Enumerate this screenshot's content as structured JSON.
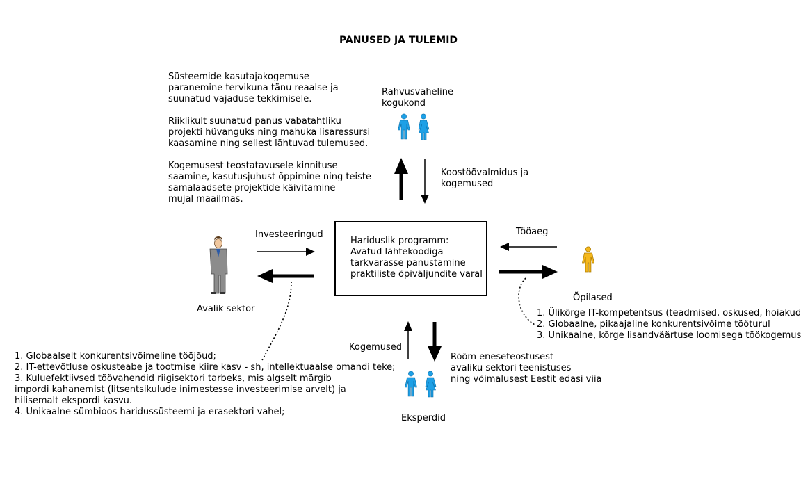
{
  "title": "PANUSED JA TULEMID",
  "top_results_text": "Süsteemide kasutajakogemuse\nparanemine tervikuna tänu reaalse ja\nsuunatud vajaduse tekkimisele.\n\nRiiklikult suunatud panus vabatahtliku\nprojekti hüvanguks ning mahuka lisaressursi\nkaasamine ning sellest lähtuvad tulemused.\n\nKogemusest teostatavusele kinnituse\nsaamine, kasutusjuhust õppimine ning teiste\nsamalaadsete projektide käivitamine\nmujal maailmas.",
  "international_community_label": "Rahvusvaheline\nkogukond",
  "cooperation_label": "Koostöövalmidus ja\nkogemused",
  "central_box_text": "Hariduslik programm:\nAvatud lähtekoodiga\ntarkvarasse panustamine\npraktiliste õpiväljundite varal",
  "investments_label": "Investeeringud",
  "public_sector_label": "Avalik sektor",
  "worktime_label": "Tööaeg",
  "students_label": "Õpilased",
  "students_results": "1. Ülikõrge IT-kompetentsus (teadmised, oskused, hoiakud)\n2. Globaalne, pikaajaline konkurentsivõime tööturul\n3. Unikaalne, kõrge lisandväärtuse loomisega töökogemus",
  "public_results": "1. Globaalselt konkurentsivõimeline tööjõud;\n2. IT-ettevõtluse oskusteabe ja tootmise kiire kasv - sh, intellektuaalse omandi teke;\n3. Kuluefektiivsed töövahendid riigisektori tarbeks, mis algselt märgib\nimpordi kahanemist (litsentsikulude inimestesse investeerimise arvelt) ja\nhilisemalt ekspordi kasvu.\n4. Unikaalne sümbioos haridussüsteemi ja erasektori vahel;",
  "experience_label": "Kogemused",
  "joy_text": "Rõõm eneseteostusest\navaliku sektori teenistuses\nning võimalusest Eestit edasi viia",
  "experts_label": "Eksperdid",
  "colors": {
    "people_blue": "#1ea0e6",
    "student_yellow": "#f5b81c",
    "businessman_suit": "#8c8c8c"
  }
}
